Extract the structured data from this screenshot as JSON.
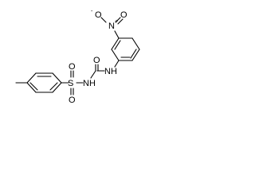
{
  "labels": {
    "sulfonyl_s": "S",
    "sulfonyl_o_top": "O",
    "sulfonyl_o_bottom": "O",
    "sulfonamide_nh": "NH",
    "carbonyl_o": "O",
    "anilide_nh": "NH",
    "nitro_n": "N",
    "nitro_plus": "+",
    "nitro_o_left": "O",
    "nitro_o_right": "O",
    "nitro_minus": "-"
  }
}
